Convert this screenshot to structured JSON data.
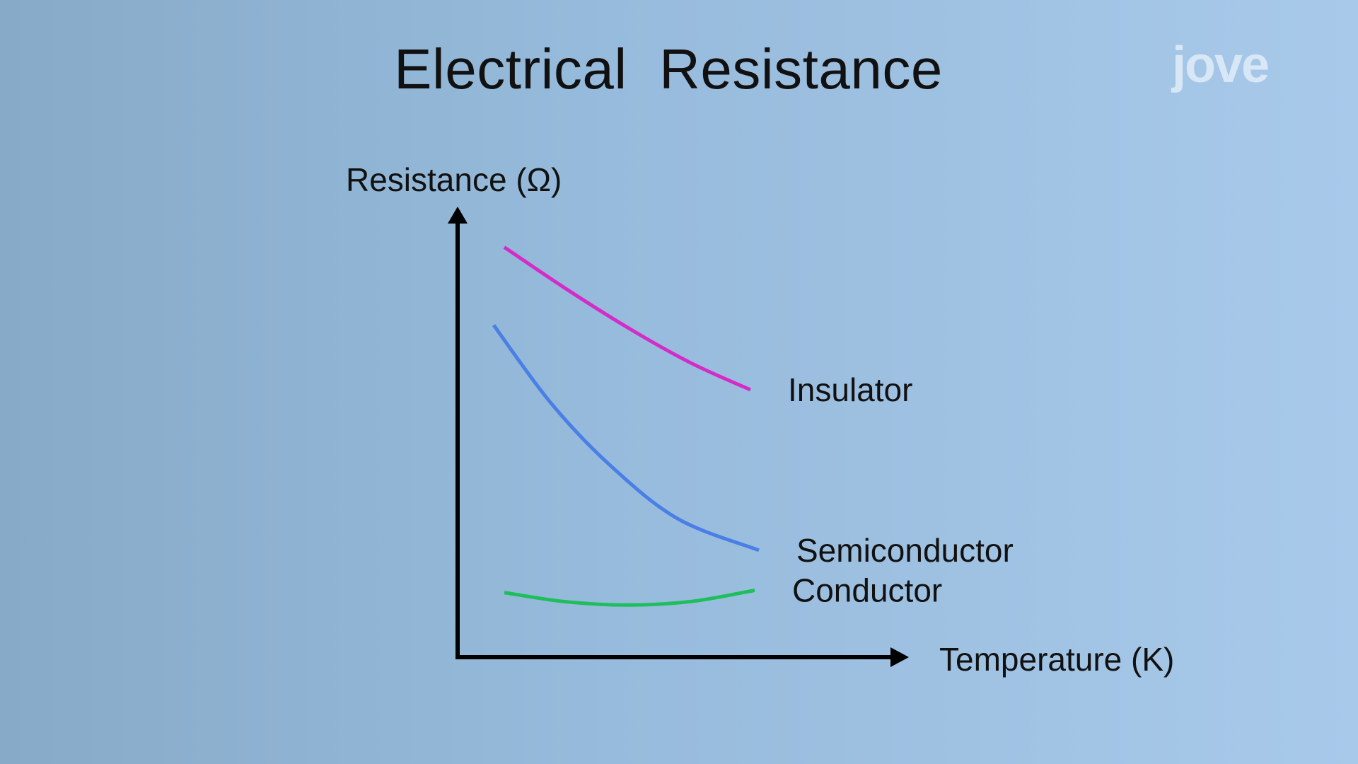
{
  "slide": {
    "title": "Electrical  Resistance",
    "logo_text": "jove"
  },
  "chart_data": {
    "type": "line",
    "title": "Electrical  Resistance",
    "xlabel": "Temperature (K)",
    "ylabel": "Resistance (Ω)",
    "grid": false,
    "legend": "inline labels at line ends",
    "xlim": [
      0,
      10
    ],
    "ylim": [
      0,
      10
    ],
    "series": [
      {
        "name": "Insulator",
        "color": "#d42cc8",
        "x": [
          1.1,
          2.5,
          4.0,
          5.5,
          6.9
        ],
        "y": [
          9.2,
          8.3,
          7.4,
          6.6,
          6.0
        ]
      },
      {
        "name": "Semiconductor",
        "color": "#4a7fe6",
        "x": [
          0.85,
          2.2,
          3.6,
          5.2,
          7.1
        ],
        "y": [
          7.45,
          5.7,
          4.3,
          3.1,
          2.4
        ]
      },
      {
        "name": "Conductor",
        "color": "#1fbe5c",
        "x": [
          1.1,
          2.5,
          4.0,
          5.5,
          7.0
        ],
        "y": [
          1.45,
          1.25,
          1.17,
          1.25,
          1.5
        ]
      }
    ]
  }
}
